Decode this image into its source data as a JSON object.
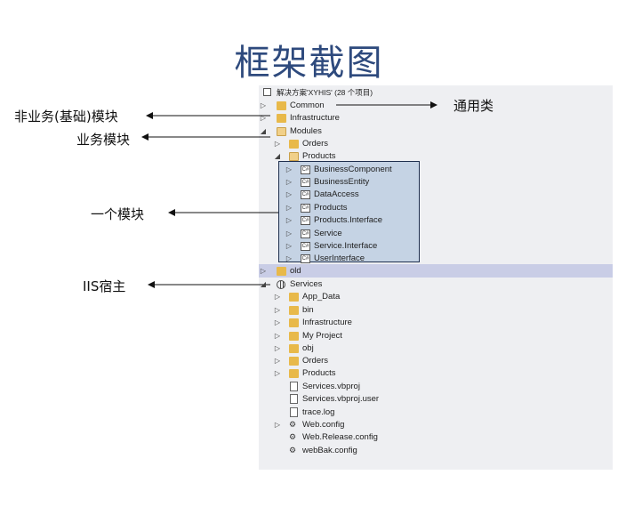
{
  "title": "框架截图",
  "annotations": {
    "non_business": "非业务(基础)模块",
    "business": "业务模块",
    "common_class": "通用类",
    "one_module": "一个模块",
    "iis_host": "IIS宿主"
  },
  "tree": {
    "solution": "解决方案'XYHIS' (28 个项目)",
    "common": "Common",
    "infrastructure": "Infrastructure",
    "modules": "Modules",
    "orders": "Orders",
    "products": "Products",
    "business_component": "BusinessComponent",
    "business_entity": "BusinessEntity",
    "data_access": "DataAccess",
    "products_proj": "Products",
    "products_interface": "Products.Interface",
    "service": "Service",
    "service_interface": "Service.Interface",
    "user_interface": "UserInterface",
    "old": "old",
    "services": "Services",
    "app_data": "App_Data",
    "bin": "bin",
    "svc_infrastructure": "Infrastructure",
    "my_project": "My Project",
    "obj": "obj",
    "svc_orders": "Orders",
    "svc_products": "Products",
    "services_vbproj": "Services.vbproj",
    "services_vbproj_user": "Services.vbproj.user",
    "trace_log": "trace.log",
    "web_config": "Web.config",
    "web_release_config": "Web.Release.config",
    "webbak_config": "webBak.config"
  },
  "glyphs": {
    "expand": "▷",
    "collapse": "◢",
    "project": "C#",
    "config": "⚙"
  }
}
